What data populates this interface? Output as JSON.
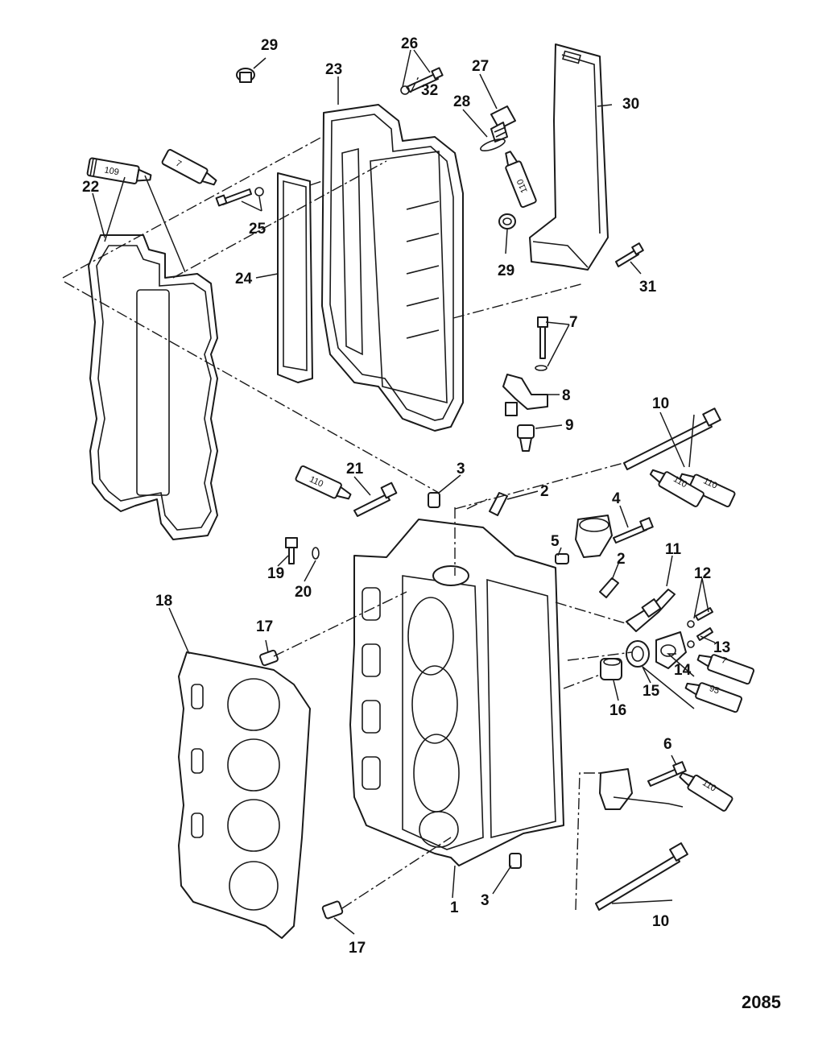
{
  "figure_number": "2085",
  "callouts": {
    "c1": "1",
    "c2a": "2",
    "c2b": "2",
    "c3a": "3",
    "c3b": "3",
    "c4": "4",
    "c5": "5",
    "c6": "6",
    "c7a": "7",
    "c8": "8",
    "c9": "9",
    "c10a": "10",
    "c10b": "10",
    "c11": "11",
    "c12": "12",
    "c13": "13",
    "c14": "14",
    "c15": "15",
    "c16": "16",
    "c17a": "17",
    "c17b": "17",
    "c18": "18",
    "c19": "19",
    "c20": "20",
    "c21": "21",
    "c22": "22",
    "c23": "23",
    "c24": "24",
    "c25": "25",
    "c26": "26",
    "c27": "27",
    "c28": "28",
    "c29a": "29",
    "c29b": "29",
    "c30": "30",
    "c31": "31",
    "c32": "32"
  },
  "tubes": {
    "t22": "109",
    "t25": "7",
    "t28": "110",
    "t21": "110",
    "t10": "110",
    "t4": "110",
    "t14": "7",
    "t15": "95",
    "t6": "110"
  },
  "colors": {
    "line": "#1a1a1a",
    "background": "#ffffff",
    "shade": "#d9d9d9"
  }
}
